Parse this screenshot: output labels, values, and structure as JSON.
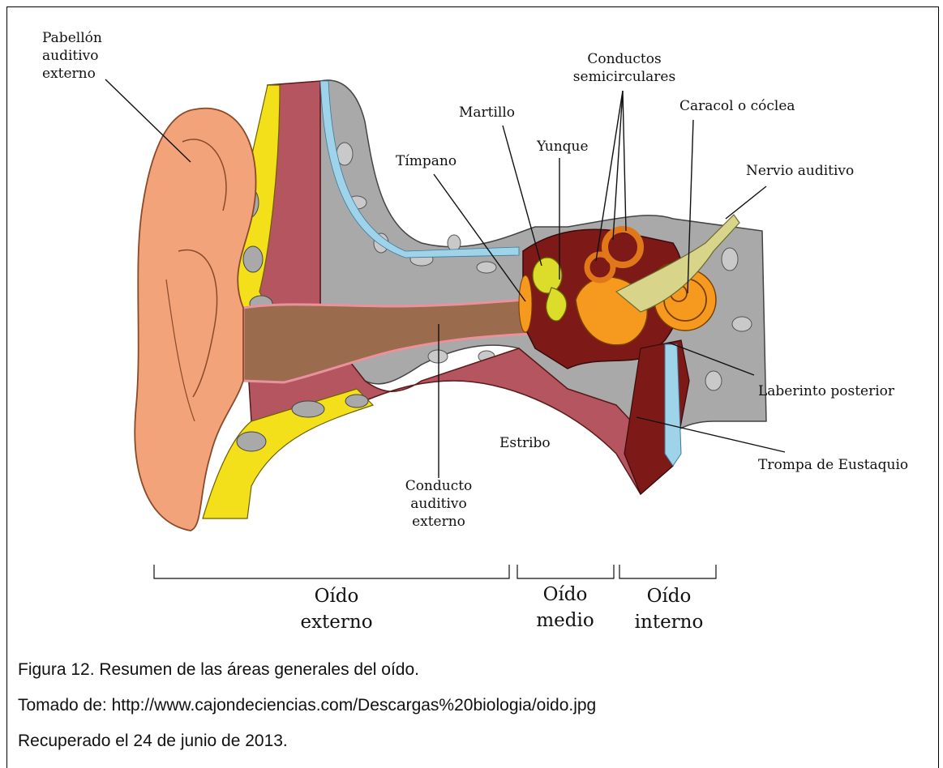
{
  "labels": {
    "pabellon": "Pabellón\nauditivo\nexterno",
    "conductos_semi": "Conductos\nsemicirculares",
    "martillo": "Martillo",
    "caracol": "Caracol o cóclea",
    "yunque": "Yunque",
    "timpano": "Tímpano",
    "nervio": "Nervio auditivo",
    "laberinto": "Laberinto posterior",
    "estribo": "Estribo",
    "trompa": "Trompa de Eustaquio",
    "conducto_ext": "Conducto\nauditivo\nexterno"
  },
  "sections": {
    "externo": "Oído\nexterno",
    "medio": "Oído\nmedio",
    "interno": "Oído\ninterno"
  },
  "caption": {
    "line1": "Figura 12. Resumen de las áreas generales del oído.",
    "line2": "Tomado de: http://www.cajondeciencias.com/Descargas%20biologia/oido.jpg",
    "line3": "Recuperado el 24 de junio de 2013."
  },
  "colors": {
    "skin": "#f2a37a",
    "bone": "#a9a9a9",
    "fat": "#f3e01a",
    "canal": "#9a6b4c",
    "muscle": "#b5555f",
    "ossicles": "#f59a1e",
    "cavity": "#7d1a18"
  }
}
